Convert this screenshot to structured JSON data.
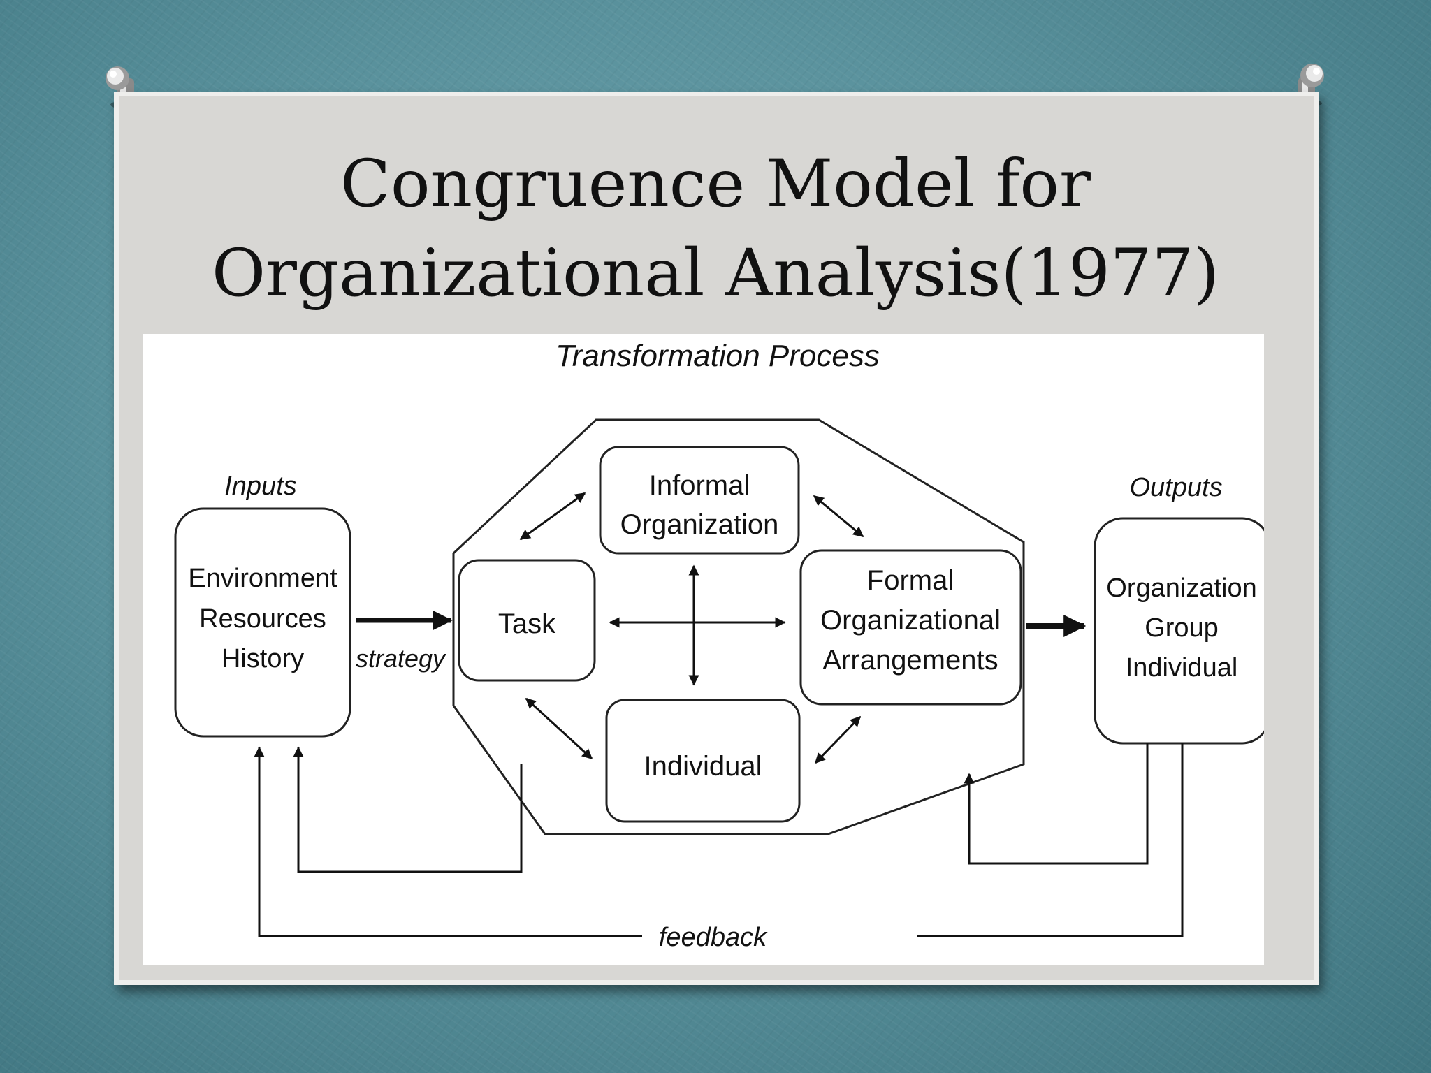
{
  "slide": {
    "title_line1": "Congruence Model for",
    "title_line2": "Organizational Analysis(1977)"
  },
  "diagram": {
    "heading": "Transformation Process",
    "inputs": {
      "label": "Inputs",
      "items": [
        "Environment",
        "Resources",
        "History"
      ]
    },
    "strategy_label": "strategy",
    "components": {
      "informal": [
        "Informal",
        "Organization"
      ],
      "task": [
        "Task"
      ],
      "formal": [
        "Formal",
        "Organizational",
        "Arrangements"
      ],
      "individual": [
        "Individual"
      ]
    },
    "outputs": {
      "label": "Outputs",
      "items": [
        "Organization",
        "Group",
        "Individual"
      ]
    },
    "feedback_label": "feedback"
  },
  "colors": {
    "background": "#5a929d",
    "card": "#d8d7d4",
    "panel": "#ffffff",
    "ink": "#111111"
  }
}
